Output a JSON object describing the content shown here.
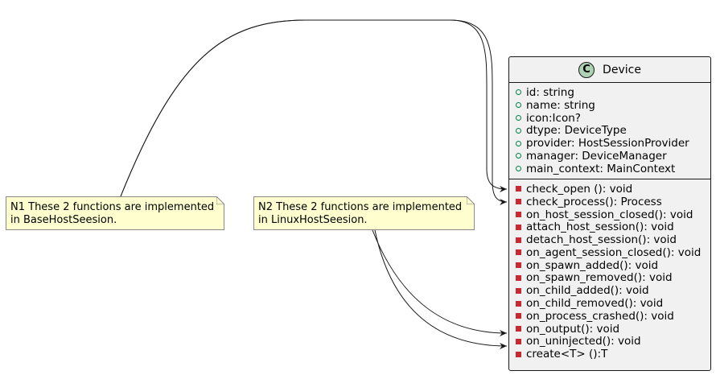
{
  "class": {
    "type_letter": "C",
    "name": "Device",
    "attributes": [
      {
        "vis": "public",
        "text": "id: string"
      },
      {
        "vis": "public",
        "text": "name: string"
      },
      {
        "vis": "public",
        "text": "icon:Icon?"
      },
      {
        "vis": "public",
        "text": "dtype: DeviceType"
      },
      {
        "vis": "public",
        "text": "provider: HostSessionProvider"
      },
      {
        "vis": "public",
        "text": "manager: DeviceManager"
      },
      {
        "vis": "public",
        "text": "main_context: MainContext"
      }
    ],
    "methods": [
      {
        "vis": "private",
        "text": "check_open (): void"
      },
      {
        "vis": "private",
        "text": "check_process(): Process"
      },
      {
        "vis": "private",
        "text": "on_host_session_closed(): void"
      },
      {
        "vis": "private",
        "text": "attach_host_session(): void"
      },
      {
        "vis": "private",
        "text": "detach_host_session(): void"
      },
      {
        "vis": "private",
        "text": "on_agent_session_closed(): void"
      },
      {
        "vis": "private",
        "text": "on_spawn_added(): void"
      },
      {
        "vis": "private",
        "text": "on_spawn_removed(): void"
      },
      {
        "vis": "private",
        "text": "on_child_added(): void"
      },
      {
        "vis": "private",
        "text": "on_child_removed(): void"
      },
      {
        "vis": "private",
        "text": "on_process_crashed(): void"
      },
      {
        "vis": "private",
        "text": "on_output(): void"
      },
      {
        "vis": "private",
        "text": "on_uninjected(): void"
      },
      {
        "vis": "private",
        "text": "create<T> ():T"
      }
    ],
    "colors": {
      "public": "#038048",
      "private": "#c82930",
      "class_icon": "#add1b2",
      "background": "#f1f1f1"
    }
  },
  "notes": [
    {
      "id": "n1",
      "lines": [
        "N1 These 2 functions are implemented",
        "in BaseHostSeesion."
      ],
      "color": "#fefece"
    },
    {
      "id": "n2",
      "lines": [
        "N2 These 2 functions are implemented",
        "in LinuxHostSeesion."
      ],
      "color": "#fefece"
    }
  ],
  "links": [
    {
      "from": "n1",
      "to": "check_open (): void"
    },
    {
      "from": "n1",
      "to": "check_process(): Process"
    },
    {
      "from": "n2",
      "to": "on_output(): void"
    },
    {
      "from": "n2",
      "to": "on_uninjected(): void"
    }
  ]
}
